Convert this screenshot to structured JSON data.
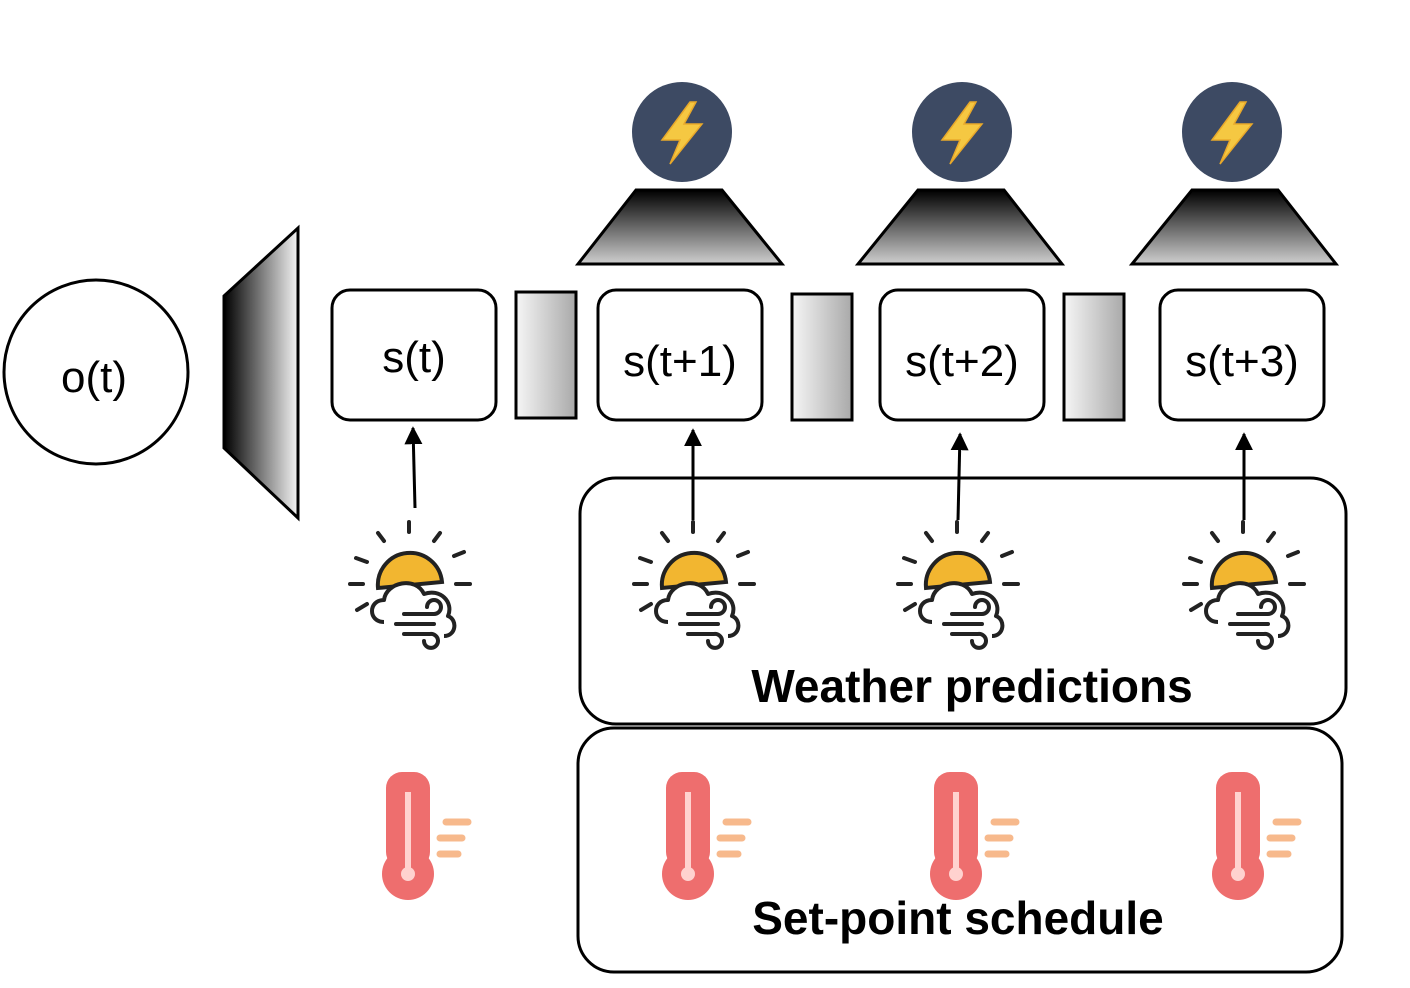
{
  "observation": {
    "label": "o(t)"
  },
  "states": [
    {
      "label": "s(t)"
    },
    {
      "label": "s(t+1)"
    },
    {
      "label": "s(t+2)"
    },
    {
      "label": "s(t+3)"
    }
  ],
  "groups": {
    "weather": {
      "label": "Weather predictions"
    },
    "setpoint": {
      "label": "Set-point schedule"
    }
  },
  "icons": {
    "energy": "lightning-bolt-icon",
    "weather": "sun-cloud-wind-icon",
    "temperature": "thermometer-icon"
  },
  "colors": {
    "energy_circle": "#3d4a63",
    "bolt": "#f5c842",
    "sun": "#f2b630",
    "thermometer": "#ee6e6e",
    "heat_lines": "#f7b98c"
  }
}
